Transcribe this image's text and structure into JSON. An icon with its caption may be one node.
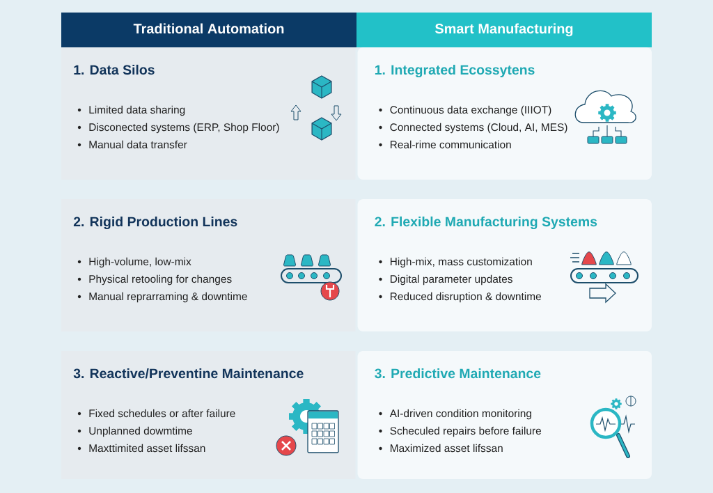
{
  "diagram": {
    "nodes": [
      {
        "text": [
          "Traditional Automation"
        ]
      },
      {
        "text": [
          "Smart Manufacturing"
        ]
      },
      {
        "text": [
          "1. Data Silos",
          "Limited data sharing",
          "Disconected systems (ERP, Shop Floor)",
          "Manual data transfer"
        ]
      },
      {
        "text": [
          "1. Integrated Ecossytens",
          "Continuous data exchange (IIIOT)",
          "Connected systems (Cloud, AI, MES)",
          "Real-rime communication"
        ]
      },
      {
        "text": [
          "2. Rigid Production Lines",
          "High-volume, low-mix",
          "Physical retooling for changes",
          "Manual reprarraming & downtime"
        ]
      },
      {
        "text": [
          "2. Flexible Manufacturing Systems",
          "High-mix, mass customization",
          "Digital parameter updates",
          "Reduced disruption & downtime"
        ]
      },
      {
        "text": [
          "3. Reactive/Preventine Maintenance",
          "Fixed schedules or after failure",
          "Unplanned dowmtime",
          "Maxttimited asset lifssan"
        ]
      },
      {
        "text": [
          "3. Predictive Maintenance",
          "AI-driven condition monitoring",
          "Scheculed repairs before failure",
          "Maximized asset lifssan"
        ]
      }
    ],
    "edges": []
  }
}
